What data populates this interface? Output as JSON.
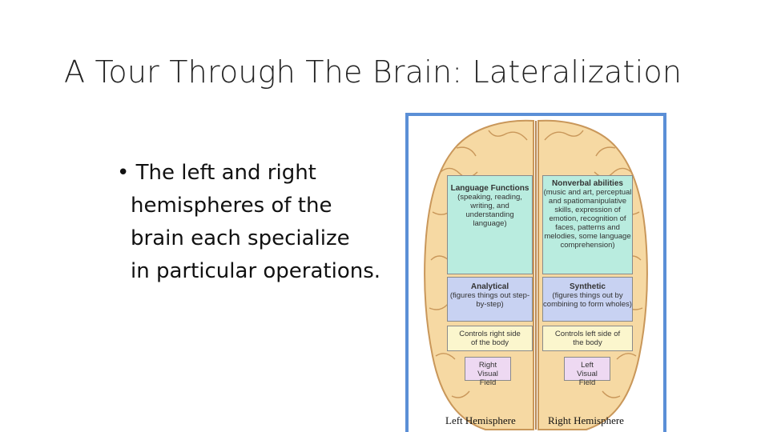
{
  "slide": {
    "title": "A Tour Through The Brain: Lateralization",
    "bullet": {
      "marker": "•",
      "lines": [
        "The left and right",
        "hemispheres of the",
        "brain each specialize",
        "in particular operations."
      ]
    }
  },
  "figure": {
    "colors": {
      "border": "#5b8fd6",
      "brain": "#f6d9a3",
      "fold": "#c9975a"
    },
    "left": {
      "language": {
        "title": "Language Functions",
        "text": "(speaking, reading, writing, and understanding language)"
      },
      "analytical": {
        "title": "Analytical",
        "text": "(figures things out step-by-step)"
      },
      "controls": "Controls right side of the body",
      "visual": "Right Visual Field"
    },
    "right": {
      "nonverbal": {
        "title": "Nonverbal abilities",
        "text": "(music and art, perceptual and spatiomanipulative skills, expression of emotion, recognition of faces, patterns and melodies, some language comprehension)"
      },
      "synthetic": {
        "title": "Synthetic",
        "text": "(figures things out by combining to form wholes)"
      },
      "controls": "Controls left side of the body",
      "visual": "Left Visual Field"
    },
    "labels": {
      "left": "Left Hemisphere",
      "right": "Right Hemisphere"
    }
  }
}
